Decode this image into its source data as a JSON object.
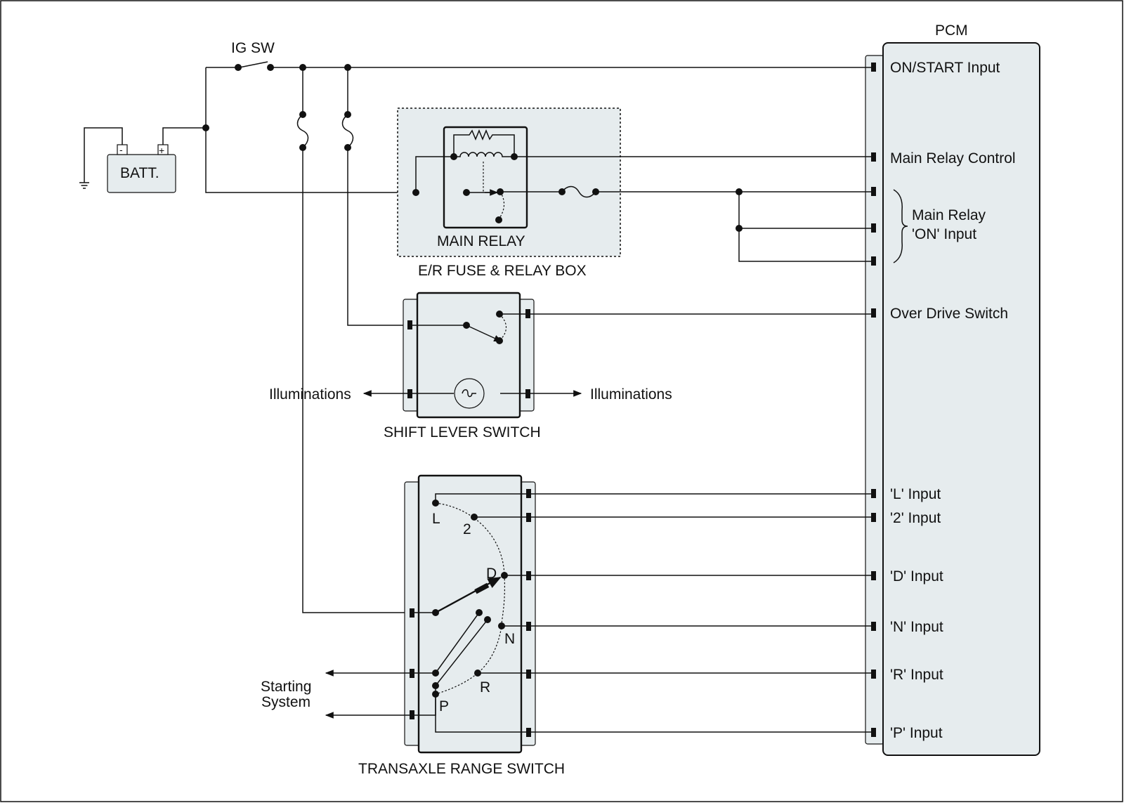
{
  "pcm": {
    "title": "PCM",
    "inputs": {
      "on_start": "ON/START Input",
      "main_relay_control": "Main Relay Control",
      "main_relay_on_1": "Main Relay",
      "main_relay_on_2": "'ON' Input",
      "over_drive": "Over Drive Switch",
      "l": "'L' Input",
      "two": "'2' Input",
      "d": "'D' Input",
      "n": "'N' Input",
      "r": "'R' Input",
      "p": "'P' Input"
    }
  },
  "ig_switch": {
    "label": "IG SW"
  },
  "battery": {
    "label": "BATT.",
    "neg": "-",
    "pos": "+"
  },
  "main_relay": {
    "label": "MAIN RELAY"
  },
  "fuse_relay_box": {
    "label": "E/R FUSE & RELAY BOX"
  },
  "shift_lever_switch": {
    "label": "SHIFT LEVER SWITCH",
    "illum_left": "Illuminations",
    "illum_right": "Illuminations"
  },
  "transaxle_range_switch": {
    "label": "TRANSAXLE RANGE SWITCH",
    "positions": {
      "l": "L",
      "two": "2",
      "d": "D",
      "n": "N",
      "r": "R",
      "p": "P"
    },
    "starting_1": "Starting",
    "starting_2": "System"
  },
  "colors": {
    "box_fill": "#e6ecee",
    "line": "#111111"
  }
}
